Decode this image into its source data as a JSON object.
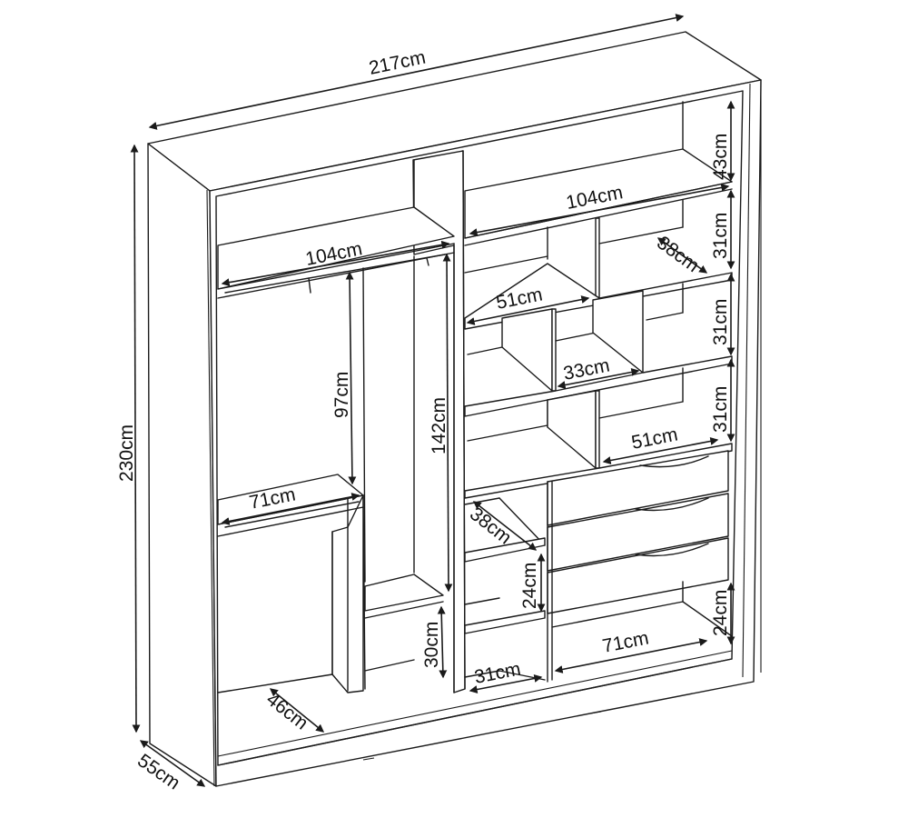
{
  "diagram": {
    "dimensions": [
      {
        "id": "total-width",
        "label": "217cm"
      },
      {
        "id": "total-height",
        "label": "230cm"
      },
      {
        "id": "total-depth",
        "label": "55cm"
      },
      {
        "id": "top-shelf-right-height",
        "label": "43cm"
      },
      {
        "id": "top-shelf-right-width",
        "label": "104cm"
      },
      {
        "id": "top-shelf-left-width",
        "label": "104cm"
      },
      {
        "id": "right-cubby-height-1",
        "label": "31cm"
      },
      {
        "id": "right-cubby-depth",
        "label": "38cm"
      },
      {
        "id": "right-shelf-width-1",
        "label": "51cm"
      },
      {
        "id": "right-cubby-height-2",
        "label": "31cm"
      },
      {
        "id": "right-cubby-width",
        "label": "33cm"
      },
      {
        "id": "right-cubby-height-3",
        "label": "31cm"
      },
      {
        "id": "right-shelf-width-2",
        "label": "51cm"
      },
      {
        "id": "hanging-rail-height",
        "label": "97cm"
      },
      {
        "id": "long-compartment-height",
        "label": "142cm"
      },
      {
        "id": "left-shelf-width",
        "label": "71cm"
      },
      {
        "id": "small-shelf-depth",
        "label": "38cm"
      },
      {
        "id": "small-shelf-height",
        "label": "24cm"
      },
      {
        "id": "bottom-compartment-height",
        "label": "30cm"
      },
      {
        "id": "bottom-cubby-width",
        "label": "31cm"
      },
      {
        "id": "bottom-right-width",
        "label": "71cm"
      },
      {
        "id": "bottom-right-height",
        "label": "24cm"
      },
      {
        "id": "bottom-left-depth",
        "label": "46cm"
      }
    ]
  }
}
